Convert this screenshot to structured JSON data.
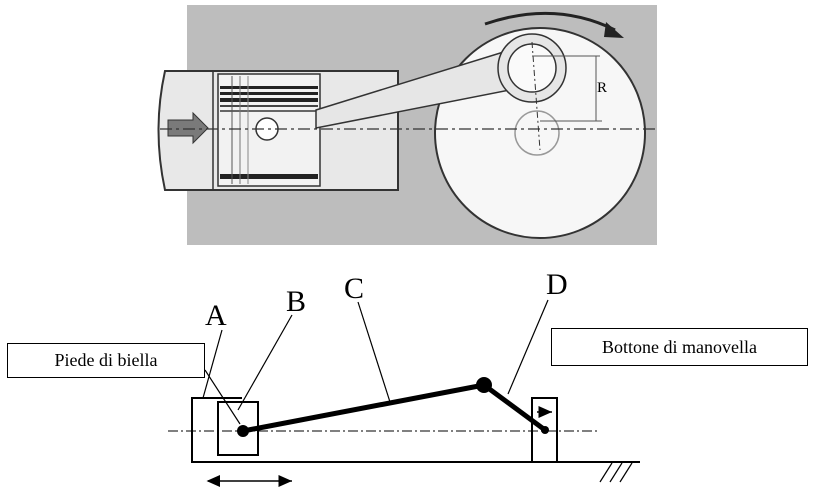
{
  "photo": {
    "radius_label": "R"
  },
  "schematic": {
    "labels": {
      "a": "A",
      "b": "B",
      "c": "C",
      "d": "D"
    },
    "callouts": {
      "small_end": "Piede di biella",
      "crank_pin": "Bottone di manovella"
    }
  },
  "colors": {
    "photo_background": "#bdbdbd",
    "line": "#000000",
    "arrow_fill": "#7a7a7a"
  },
  "icons": {
    "rotation": "curved-arrow-icon",
    "push": "block-arrow-icon",
    "stroke": "double-headed-arrow-icon",
    "ground": "hatch-ground-icon"
  }
}
